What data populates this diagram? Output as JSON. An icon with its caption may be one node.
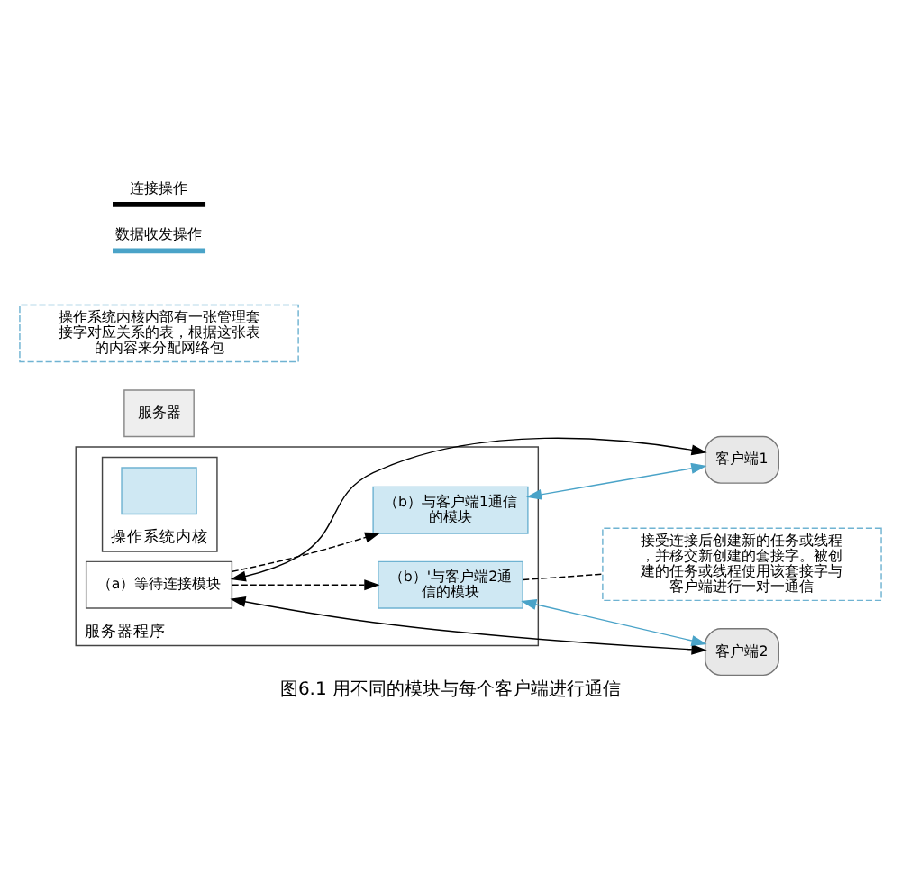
{
  "diagram": {
    "caption": "图6.1 用不同的模块与每个客户端进行通信",
    "nodes": [
      {
        "text": [
          "服务器程序"
        ]
      },
      {
        "text": [
          "（a）等待连接模块"
        ],
        "in": 0
      },
      {
        "text": [
          "（b）与客户端1通信的模块"
        ],
        "in": 0
      },
      {
        "text": [
          "（b）'与客户端2通信的模块"
        ],
        "in": 0
      },
      {
        "text": [
          "操作系统内核"
        ],
        "in": 0
      },
      {
        "text": [],
        "shape": "box",
        "in": 4
      },
      {
        "text": [
          "客户端1"
        ]
      },
      {
        "text": [
          "客户端2"
        ]
      },
      {
        "text": [
          "服务器"
        ]
      },
      {
        "text": [
          "接受连接后创建新的任务或线程，并移交新创建的套接字。被创建的任务或线程使用该套接字与客户端进行一对一通信"
        ]
      },
      {
        "text": [
          "操作系统内核内部有一张管理套接字对应关系的表，根据这张表的内容来分配网络包"
        ]
      }
    ],
    "edges": [
      {
        "from": 1,
        "to": 2,
        "arrow": "to",
        "style": "dashed"
      },
      {
        "from": 1,
        "to": 3,
        "arrow": "to",
        "style": "dashed"
      },
      {
        "from": 1,
        "to": 6,
        "arrow": "both"
      },
      {
        "from": 1,
        "to": 7,
        "arrow": "both"
      },
      {
        "from": 2,
        "to": 6,
        "arrow": "both",
        "color": "#4aa3c8"
      },
      {
        "from": 3,
        "to": 7,
        "arrow": "both",
        "color": "#4aa3c8"
      },
      {
        "from": 3,
        "to": 9,
        "arrow": "none",
        "style": "dashed"
      }
    ],
    "legend": [
      {
        "text": "连接操作"
      },
      {
        "text": "数据收发操作"
      }
    ]
  }
}
